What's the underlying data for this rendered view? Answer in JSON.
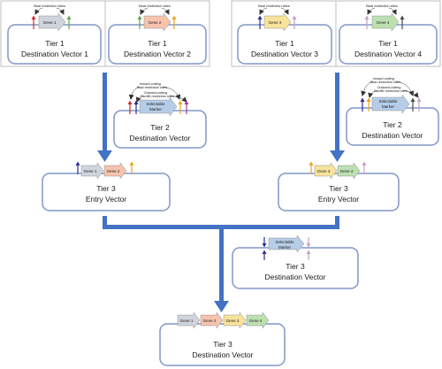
{
  "labels": {
    "bsai": "BsaI restriction sites",
    "inward": "Inward-cutting",
    "bsai_in": "BsaI restriction sites",
    "outward": "Outward-cutting",
    "bsmbi": "BsmBI restriction sites",
    "selectable": "Selectable",
    "marker": "Marker"
  },
  "genes": [
    "Gene 1",
    "Gene 2",
    "Gene 3",
    "Gene 4"
  ],
  "tier1": [
    {
      "tier": "Tier 1",
      "name": "Destination Vector 1"
    },
    {
      "tier": "Tier 1",
      "name": "Destination Vector 2"
    },
    {
      "tier": "Tier 1",
      "name": "Destination Vector 3"
    },
    {
      "tier": "Tier 1",
      "name": "Destination Vector 4"
    }
  ],
  "tier2": {
    "tier": "Tier 2",
    "name": "Destination Vector"
  },
  "tier3_entry": {
    "tier": "Tier 3",
    "name": "Entry Vector"
  },
  "tier3_dest": {
    "tier": "Tier 3",
    "name": "Destination Vector"
  },
  "colors": {
    "gene1": "#d0d4dc",
    "gene2": "#f6c3ad",
    "gene3": "#f8e39c",
    "gene4": "#bde0b0",
    "marker": "#b6cde8",
    "flow_arrow": "#4472c4",
    "box_border": "#8096c8"
  }
}
